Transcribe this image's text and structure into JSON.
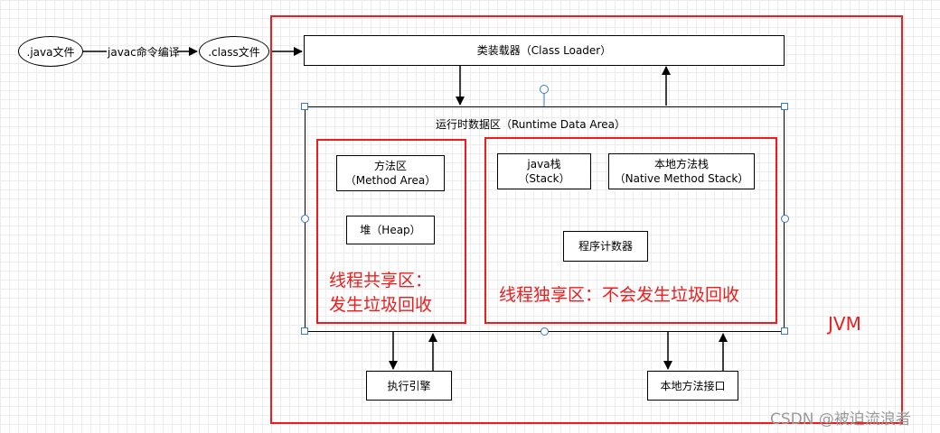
{
  "nodes": {
    "java_file": ".java文件",
    "javac_label": "javac命令编译",
    "class_file": ".class文件",
    "class_loader": "类装载器（Class Loader）",
    "runtime_title": "运行时数据区（Runtime Data Area）",
    "method_area": {
      "line1": "方法区",
      "line2": "（Method Area）"
    },
    "heap": "堆（Heap）",
    "java_stack": {
      "line1": "java栈",
      "line2": "（Stack）"
    },
    "native_stack": {
      "line1": "本地方法栈",
      "line2": "（Native Method Stack）"
    },
    "pc_register": "程序计数器",
    "exec_engine": "执行引擎",
    "native_interface": "本地方法接口"
  },
  "annotations": {
    "shared_line1": "线程共享区：",
    "shared_line2": "发生垃圾回收",
    "private": "线程独享区：不会发生垃圾回收",
    "jvm": "JVM"
  },
  "watermark": "CSDN @被迫流浪者",
  "colors": {
    "annotation_red": "#ee1c1c",
    "selection_blue": "#3a78c2",
    "grid": "#ececec"
  }
}
